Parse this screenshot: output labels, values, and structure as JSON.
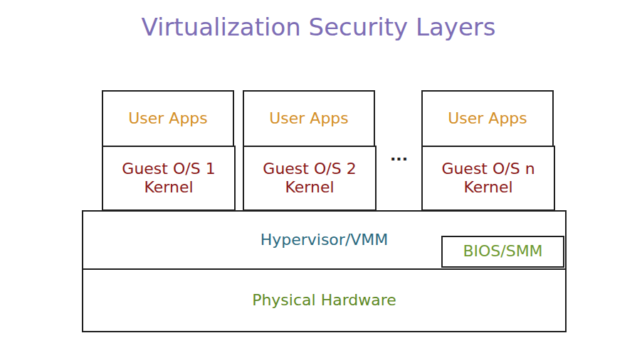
{
  "diagram": {
    "title": "Virtualization Security Layers",
    "nodes": [
      {
        "text": [
          "User Apps"
        ]
      },
      {
        "text": [
          "Guest O/S 1 Kernel"
        ]
      },
      {
        "text": [
          "User Apps"
        ]
      },
      {
        "text": [
          "Guest O/S 2 Kernel"
        ]
      },
      {
        "text": [
          "User Apps"
        ]
      },
      {
        "text": [
          "Guest O/S n Kernel"
        ]
      },
      {
        "text": [
          "Hypervisor/VMM"
        ]
      },
      {
        "text": [
          "BIOS/SMM"
        ],
        "in": 6
      },
      {
        "text": [
          "Physical Hardware"
        ]
      }
    ],
    "labels": [
      "..."
    ]
  }
}
